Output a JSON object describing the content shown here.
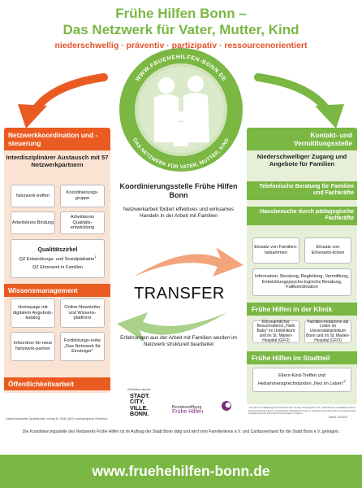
{
  "header": {
    "title_line1": "Frühe Hilfen Bonn –",
    "title_line2": "Das Netzwerk für Vater, Mutter, Kind",
    "subtitle": "niederschwellig · präventiv · partizipativ · ressourcenorientiert"
  },
  "logo": {
    "ring_text_top": "WWW.FRUEHEHILFEN-BONN.DE",
    "ring_text_bottom": "DAS NETZWERK FÜR VATER, MUTTER, KIND"
  },
  "left": {
    "heading": "Netzwerkkoordination und -steuerung",
    "sub": "Interdisziplinärer Austausch mit 57 Netzwerkpartnern",
    "boxes": [
      "Netzwerk-treffen",
      "Koordinierungs-gruppe",
      "Arbeitskreis Bindung",
      "Arbeitskreis Qualitäts-entwicklung"
    ],
    "qz_title": "Qualitätszirkel",
    "qz_line1": "QZ Entwicklungs- und Sozialpädiatrie",
    "qz_sup": "1",
    "qz_line2": "QZ Ehrenamt in Familien",
    "wissen_heading": "Wissensmanagement",
    "wissen_boxes": [
      "Homepage mit digitalem Angebots-katalog",
      "Online-Newsletter und Wissens-plattform",
      "Infoordner für neue Netzwerk-partner",
      "Fortbildungs-reihe „Das Netzwerk für Einsteiger“"
    ],
    "oeffentlich": "Öffentlichkeitsarbeit"
  },
  "center": {
    "title": "Koordinierungsstelle Frühe Hilfen Bonn",
    "text_top": "Netzwerkarbeit fördert effektives und wirksames Handeln in der Arbeit mit Familien",
    "transfer": "TRANSFER",
    "text_bottom": "Erfahrungen aus der Arbeit mit Familien werden im Netzwerk strukturell bearbeitet"
  },
  "right": {
    "heading": "Kontakt- und Vermittlungsstelle",
    "sub": "Niederschwelliger Zugang und Angebote für Familien",
    "bar1": "Telefonische Beratung für Familien und Fachkräfte",
    "bar2": "Hausbesuche durch pädagogische Fachkräfte",
    "boxes": [
      "Einsatz von Familien-hebammen",
      "Einsatz von Ehrenamt-lichen"
    ],
    "info_box": "Information, Beratung, Begleitung, Vermittlung, Entwicklungspsycho-logische Beratung, Fallkoordination",
    "klinik_heading": "Frühe Hilfen in der Klinik",
    "klinik_boxes": [
      "Ehrenamtlicher Besuchsdienst „Hallo Baby“ im Uniklinikum und im St. Marien-Hospital (GFO)",
      "Familien-hebamme als Lotsin im Universitätsklinikum Bonn und im St. Marien-Hospital (GFO)"
    ],
    "stadtteil_heading": "Frühe Hilfen im Stadtteil",
    "stadtteil_box": "Eltern-Kind-Treffen und Hebammensprechstunden „Neu im Leben“",
    "stadtteil_sup": "2"
  },
  "sponsors": {
    "label": "Gefördert durch:",
    "stadt_lines": [
      "STADT.",
      "CITY.",
      "VILLE.",
      "BONN."
    ],
    "stiftung_line1": "Bundesstiftung",
    "stiftung_line2": "Frühe Hilfen"
  },
  "footnotes": {
    "left": "¹ Interprofessioneller Qualitätszirkel, Leitung Dr. Wolff, QuiG Landesprogramm Prävention",
    "right": "¹ Ab Juni und Stiftsangebot Kinderzimmer werden durchgeführt von: Katholischer Sozialdienst Bonn, Deutsches Rotes Kreuz, Sozialdienst katholischer Frauen, Diakonisches Werk Bonn, Evangelisches Familienzentrum Bonn-Nord und weiteren Trägern.",
    "stand": "Stand: 02/2023"
  },
  "footer": {
    "description": "Die Koordinierungsstelle des Netzwerks Frühe Hilfen ist im Auftrag der Stadt Bonn tätig und wird vom Familienkreis e.V. und Caritasverband für die Stadt Bonn e.V. getragen.",
    "url": "www.fruehehilfen-bonn.de"
  },
  "colors": {
    "orange": "#ea5b22",
    "orange_light": "#fbe3d3",
    "green": "#7ab743",
    "green_light": "#e6f0d8"
  }
}
